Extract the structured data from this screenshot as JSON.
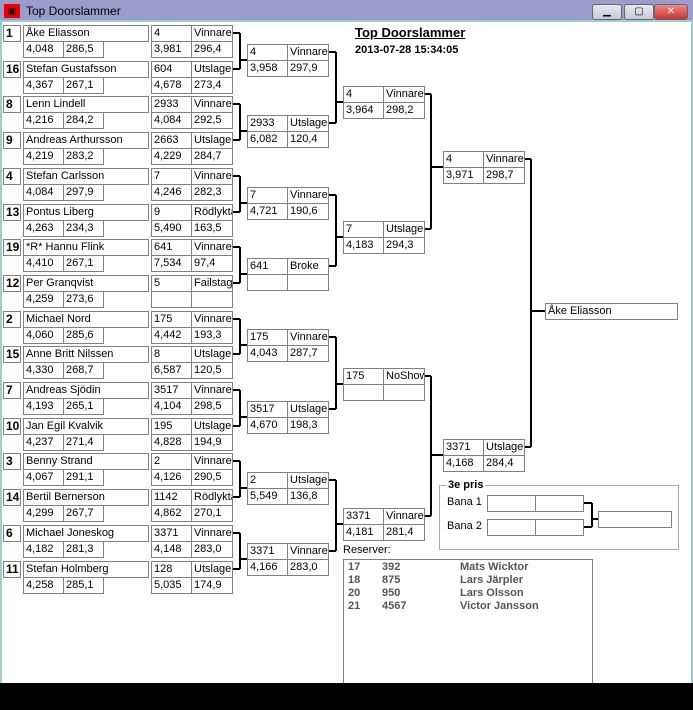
{
  "window": {
    "title": "Top Doorslammer",
    "minimize": "▁",
    "maximize": "▢",
    "close": "✕"
  },
  "header": {
    "title": "Top Doorslammer",
    "datetime": "2013-07-28 15:34:05"
  },
  "players": [
    {
      "seed": "1",
      "name": "Åke Eliasson",
      "rt": "4,048",
      "spd": "286,5",
      "r1": [
        "4",
        "Vinnare",
        "3,981",
        "296,4"
      ]
    },
    {
      "seed": "16",
      "name": "Stefan Gustafsson",
      "rt": "4,367",
      "spd": "267,1",
      "r1": [
        "604",
        "Utslagen",
        "4,678",
        "273,4"
      ]
    },
    {
      "seed": "8",
      "name": "Lenn Lindell",
      "rt": "4,216",
      "spd": "284,2",
      "r1": [
        "2933",
        "Vinnare",
        "4,084",
        "292,5"
      ]
    },
    {
      "seed": "9",
      "name": "Andreas Arthursson",
      "rt": "4,219",
      "spd": "283,2",
      "r1": [
        "2663",
        "Utslagen",
        "4,229",
        "284,7"
      ]
    },
    {
      "seed": "4",
      "name": "Stefan Carlsson",
      "rt": "4,084",
      "spd": "297,9",
      "r1": [
        "7",
        "Vinnare",
        "4,246",
        "282,3"
      ]
    },
    {
      "seed": "13",
      "name": "Pontus Liberg",
      "rt": "4,263",
      "spd": "234,3",
      "r1": [
        "9",
        "Rödlykta",
        "5,490",
        "163,5"
      ]
    },
    {
      "seed": "19",
      "name": "*R* Hannu Flink",
      "rt": "4,410",
      "spd": "267,1",
      "r1": [
        "641",
        "Vinnare",
        "7,534",
        "97,4"
      ]
    },
    {
      "seed": "12",
      "name": "Per Granqvist",
      "rt": "4,259",
      "spd": "273,6",
      "r1": [
        "5",
        "Failstage",
        "",
        ""
      ]
    },
    {
      "seed": "2",
      "name": "Michael Nord",
      "rt": "4,060",
      "spd": "285,6",
      "r1": [
        "175",
        "Vinnare",
        "4,442",
        "193,3"
      ]
    },
    {
      "seed": "15",
      "name": "Anne Britt Nilssen",
      "rt": "4,330",
      "spd": "268,7",
      "r1": [
        "8",
        "Utslagen",
        "6,587",
        "120,5"
      ]
    },
    {
      "seed": "7",
      "name": "Andreas Sjödin",
      "rt": "4,193",
      "spd": "265,1",
      "r1": [
        "3517",
        "Vinnare",
        "4,104",
        "298,5"
      ]
    },
    {
      "seed": "10",
      "name": "Jan Egil Kvalvik",
      "rt": "4,237",
      "spd": "271,4",
      "r1": [
        "195",
        "Utslagen",
        "4,828",
        "194,9"
      ]
    },
    {
      "seed": "3",
      "name": "Benny Strand",
      "rt": "4,067",
      "spd": "291,1",
      "r1": [
        "2",
        "Vinnare",
        "4,126",
        "290,5"
      ]
    },
    {
      "seed": "14",
      "name": "Bertil Bernerson",
      "rt": "4,299",
      "spd": "267,7",
      "r1": [
        "1142",
        "Rödlykta",
        "4,862",
        "270,1"
      ]
    },
    {
      "seed": "6",
      "name": "Michael Joneskog",
      "rt": "4,182",
      "spd": "281,3",
      "r1": [
        "3371",
        "Vinnare",
        "4,148",
        "283,0"
      ]
    },
    {
      "seed": "11",
      "name": "Stefan Holmberg",
      "rt": "4,258",
      "spd": "285,1",
      "r1": [
        "128",
        "Utslagen",
        "5,035",
        "174,9"
      ]
    }
  ],
  "round2": [
    [
      "4",
      "Vinnare",
      "3,958",
      "297,9"
    ],
    [
      "2933",
      "Utslagen",
      "6,082",
      "120,4"
    ],
    [
      "7",
      "Vinnare",
      "4,721",
      "190,6"
    ],
    [
      "641",
      "Broke",
      "",
      ""
    ],
    [
      "175",
      "Vinnare",
      "4,043",
      "287,7"
    ],
    [
      "3517",
      "Utslagen",
      "4,670",
      "198,3"
    ],
    [
      "2",
      "Utslagen",
      "5,549",
      "136,8"
    ],
    [
      "3371",
      "Vinnare",
      "4,166",
      "283,0"
    ]
  ],
  "round3": [
    [
      "4",
      "Vinnare",
      "3,964",
      "298,2"
    ],
    [
      "7",
      "Utslagen",
      "4,183",
      "294,3"
    ],
    [
      "175",
      "NoShow",
      "",
      ""
    ],
    [
      "3371",
      "Vinnare",
      "4,181",
      "281,4"
    ]
  ],
  "semis": [
    [
      "4",
      "Vinnare",
      "3,971",
      "298,7"
    ],
    [
      "3371",
      "Utslagen",
      "4,168",
      "284,4"
    ]
  ],
  "final": {
    "winner": "Åke Eliasson"
  },
  "third_place": {
    "title": "3e pris",
    "lane1_label": "Bana 1",
    "lane2_label": "Bana 2",
    "lane1": [
      "",
      ""
    ],
    "lane2": [
      "",
      ""
    ],
    "result": ""
  },
  "reserves": {
    "label": "Reserver:",
    "items": [
      [
        "17",
        "392",
        "Mats Wicktor"
      ],
      [
        "18",
        "875",
        "Lars Järpler"
      ],
      [
        "20",
        "950",
        "Lars Olsson"
      ],
      [
        "21",
        "4567",
        "Victor Jansson"
      ]
    ]
  }
}
